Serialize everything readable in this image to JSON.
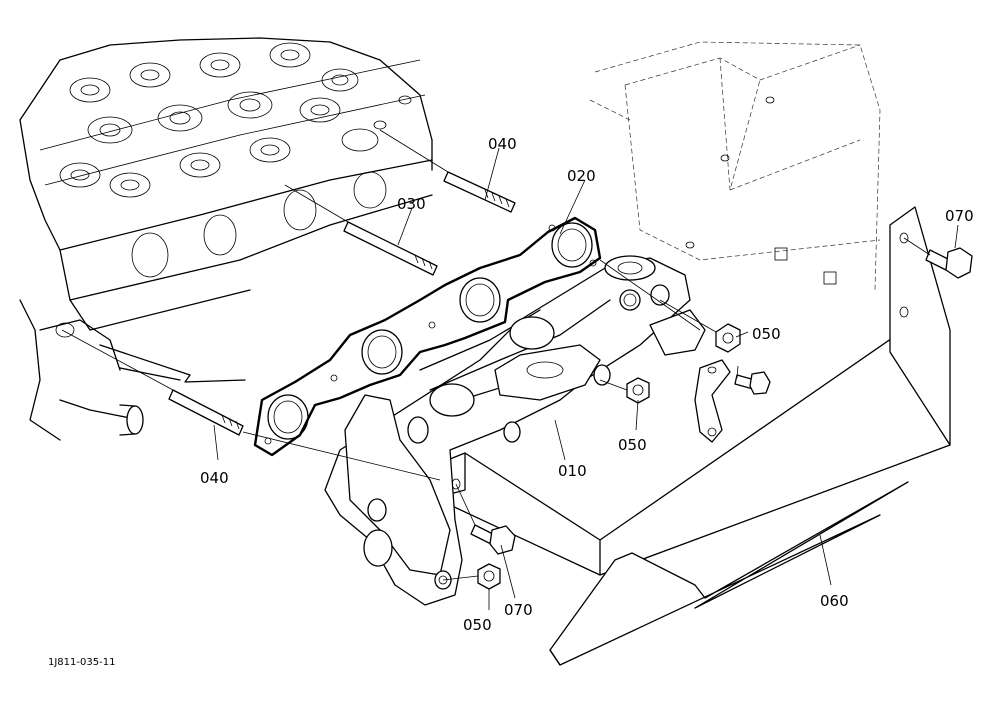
{
  "figure": {
    "code": "1J811-035-11"
  },
  "callouts": {
    "c010": "010",
    "c020": "020",
    "c030": "030",
    "c040_top": "040",
    "c040_left": "040",
    "c050_right": "050",
    "c050_mid": "050",
    "c050_bottom": "050",
    "c060": "060",
    "c070_top": "070",
    "c070_bottom": "070"
  }
}
